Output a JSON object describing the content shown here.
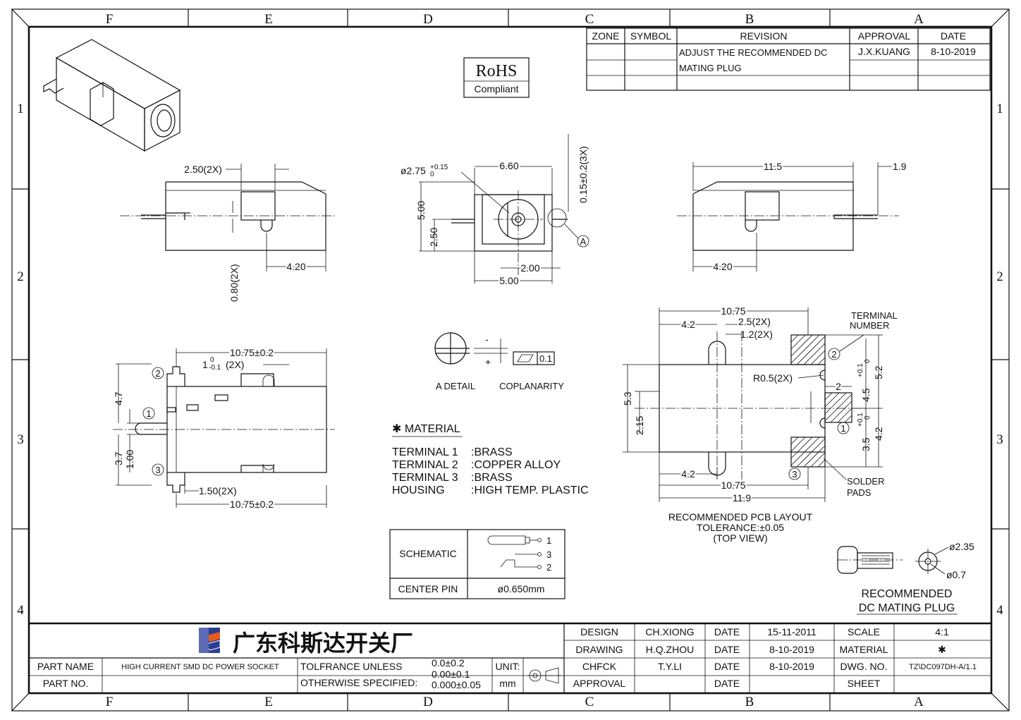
{
  "border": {
    "cols_top": [
      "F",
      "E",
      "D",
      "C",
      "B",
      "A"
    ],
    "cols_bottom": [
      "F",
      "E",
      "D",
      "C",
      "B",
      "A"
    ],
    "rows_left": [
      "1",
      "2",
      "3",
      "4"
    ],
    "rows_right": [
      "1",
      "2",
      "3",
      "4"
    ]
  },
  "rohs": {
    "title": "RoHS",
    "subtitle": "Compliant"
  },
  "revision": {
    "headers": [
      "ZONE",
      "SYMBOL",
      "REVISION",
      "APPROVAL",
      "DATE"
    ],
    "line1": "ADJUST THE RECOMMENDED DC",
    "line2": "MATING PLUG",
    "approval": "J.X.KUANG",
    "date": "8-10-2019"
  },
  "side_view": {
    "d_top": "2.50(2X)",
    "d_vert": "0.80(2X)",
    "d_bottom": "4.20"
  },
  "front_view": {
    "d_dia": "ø2.75",
    "d_dia_tol_top": "+0.15",
    "d_dia_tol_bot": "0",
    "d_width": "6.60",
    "d_right": "0.15±0.2(3X)",
    "d_h1": "5.00",
    "d_h2": "2.50",
    "d_b1": "2.00",
    "d_b2": "5.00",
    "callout": "A"
  },
  "right_view": {
    "d_top": "11.5",
    "d_pin": "1.9",
    "d_bottom": "4.20"
  },
  "detail": {
    "label": "A DETAIL",
    "coplanarity": "COPLANARITY",
    "minus": "-",
    "plus": "+",
    "tol": "0.1"
  },
  "top_view": {
    "d_top": "10.75±0.2",
    "d_slot": "1",
    "d_slot_top": "0",
    "d_slot_bot": "-0.1",
    "d_slot_n": "(2X)",
    "d_bottom1": "1.50(2X)",
    "d_bottom2": "10.75±0.2",
    "d_left1": "4.7",
    "d_left2": "3.7",
    "d_left3": "1.00",
    "t1": "1",
    "t2": "2",
    "t3": "3"
  },
  "material": {
    "title": "✱ MATERIAL",
    "rows": [
      {
        "name": "TERMINAL 1",
        "value": ":BRASS"
      },
      {
        "name": "TERMINAL 2",
        "value": ":COPPER ALLOY"
      },
      {
        "name": "TERMINAL 3",
        "value": ":BRASS"
      },
      {
        "name": "HOUSING",
        "value": ":HIGH TEMP. PLASTIC"
      }
    ]
  },
  "schematic": {
    "label": "SCHEMATIC",
    "p1": "1",
    "p3": "3",
    "p2": "2",
    "center_label": "CENTER PIN",
    "center_value": "ø0.650mm"
  },
  "pcb": {
    "d_1075t": "10.75",
    "d_42t": "4.2",
    "d_25": "2.5(2X)",
    "d_12": "1.2(2X)",
    "terminal_number": [
      "TERMINAL",
      "NUMBER"
    ],
    "r05": "R0.5(2X)",
    "d_2": "2",
    "d_45": "4.5",
    "d_45_tol": "+0.1",
    "d_45_tol2": "0",
    "d_52": "5.2",
    "d_35": "3.5",
    "d_35_tol": "+0.1",
    "d_35_tol2": "0",
    "d_42r": "4.2",
    "d_53": "5.3",
    "d_215": "2.15",
    "d_42b": "4.2",
    "d_1075b": "10.75",
    "d_119": "11.9",
    "solder": [
      "SOLDER",
      "PADS"
    ],
    "n1": "1",
    "n2": "2",
    "n3": "3",
    "caption": [
      "RECOMMENDED PCB LAYOUT",
      "TOLERANCE:±0.05",
      "(TOP VIEW)"
    ]
  },
  "plug": {
    "d_235": "ø2.35",
    "d_07": "ø0.7",
    "caption": [
      "RECOMMENDED",
      "DC MATING PLUG"
    ]
  },
  "title_block": {
    "company": "广东科斯达开关厂",
    "part_name_label": "PART NAME",
    "part_name": "HIGH CURRENT SMD DC POWER SOCKET",
    "part_no_label": "PART NO.",
    "tol_1": "TOLFRANCE UNLESS",
    "tol_2": "OTHERWISE SPECIFIED:",
    "tol_v1": "0.0±0.2",
    "tol_v2": "0.00±0.1",
    "tol_v3": "0.000±0.05",
    "unit_label": "UNIT:",
    "unit": "mm",
    "design_label": "DESIGN",
    "design": "CH.XIONG",
    "design_date_label": "DATE",
    "design_date": "15-11-2011",
    "drawing_label": "DRAWING",
    "drawing": "H.Q.ZHOU",
    "drawing_date_label": "DATE",
    "drawing_date": "8-10-2019",
    "check_label": "CHFCK",
    "check": "T.Y.LI",
    "check_date_label": "DATE",
    "check_date": "8-10-2019",
    "approval_label": "APPROVAL",
    "approval_date_label": "DATE",
    "scale_label": "SCALE",
    "scale": "4:1",
    "material_label": "MATERIAL",
    "material": "✱",
    "dwg_label": "DWG. NO.",
    "dwg": "TZ\\DC097DH-A/1.1",
    "sheet_label": "SHEET"
  }
}
